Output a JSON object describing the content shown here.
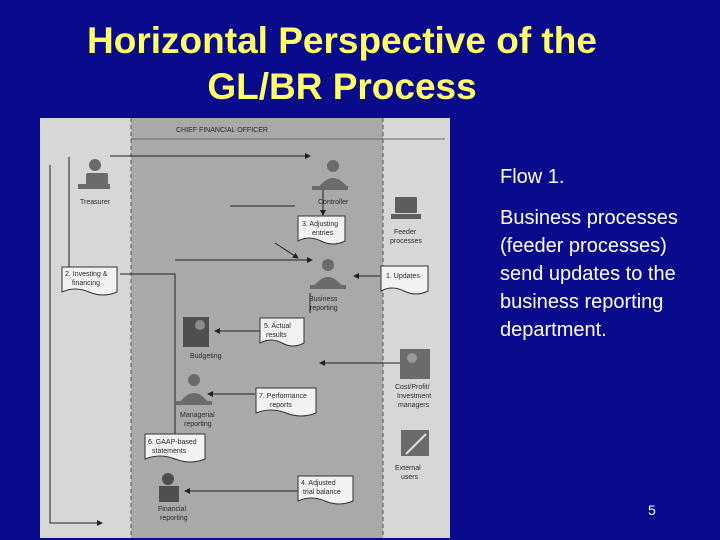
{
  "slide": {
    "title_line1": "Horizontal Perspective of the",
    "title_line2": "GL/BR Process",
    "bullets": [
      "Flow 1.",
      "Business processes (feeder processes) send updates to the business reporting department."
    ],
    "page_number": "5"
  },
  "diagram": {
    "header": "CHIEF FINANCIAL OFFICER",
    "roles": {
      "treasurer": "Treasurer",
      "controller": "Controller",
      "feeder": [
        "Feeder",
        "processes"
      ],
      "business_reporting": [
        "Business",
        "reporting"
      ],
      "budgeting": "Budgeting",
      "managerial": [
        "Managerial",
        "reporting"
      ],
      "cost_profit": [
        "Cost/Profit/",
        "Investment",
        "managers"
      ],
      "external": [
        "External",
        "users"
      ],
      "financial": [
        "Financial",
        "reporting"
      ]
    },
    "documents": {
      "adjusting": [
        "3. Adjusting",
        "entries"
      ],
      "investing": [
        "2. Investing &",
        "financing"
      ],
      "updates": [
        "1. Updates"
      ],
      "actual": [
        "5. Actual",
        "results"
      ],
      "performance": [
        "7. Performance",
        "reports"
      ],
      "gaap": [
        "6. GAAP-based",
        "statements"
      ],
      "trial_balance": [
        "4. Adjusted",
        "trial balance"
      ]
    }
  }
}
